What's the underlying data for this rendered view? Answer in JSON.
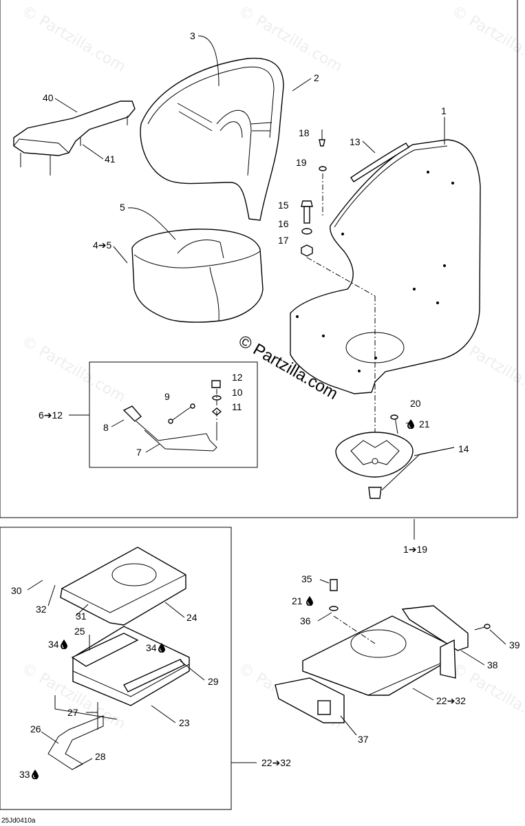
{
  "watermark": {
    "text": "© Partzilla.com",
    "center_text": "© Partzilla.com"
  },
  "drawing_code": "25Jd0410a",
  "callouts": {
    "c1": "1",
    "c2": "2",
    "c3": "3",
    "c4_5": "4➔5",
    "c5": "5",
    "c6_12": "6➔12",
    "c7": "7",
    "c8": "8",
    "c9": "9",
    "c10": "10",
    "c11": "11",
    "c12": "12",
    "c13": "13",
    "c14": "14",
    "c15": "15",
    "c16": "16",
    "c17": "17",
    "c18": "18",
    "c19": "19",
    "c20": "20",
    "c21a": "21",
    "c1_19": "1➔19",
    "c40": "40",
    "c41": "41",
    "c30": "30",
    "c32a": "32",
    "c31": "31",
    "c24": "24",
    "c25": "25",
    "c34a": "34",
    "c34b": "34",
    "c29": "29",
    "c27": "27",
    "c23": "23",
    "c26": "26",
    "c28": "28",
    "c33": "33",
    "c22_32a": "22➔32",
    "c35": "35",
    "c21b": "21",
    "c36": "36",
    "c39": "39",
    "c38": "38",
    "c22_32b": "22➔32",
    "c37": "37"
  },
  "icons": {
    "lubricant": "drop-icon"
  }
}
